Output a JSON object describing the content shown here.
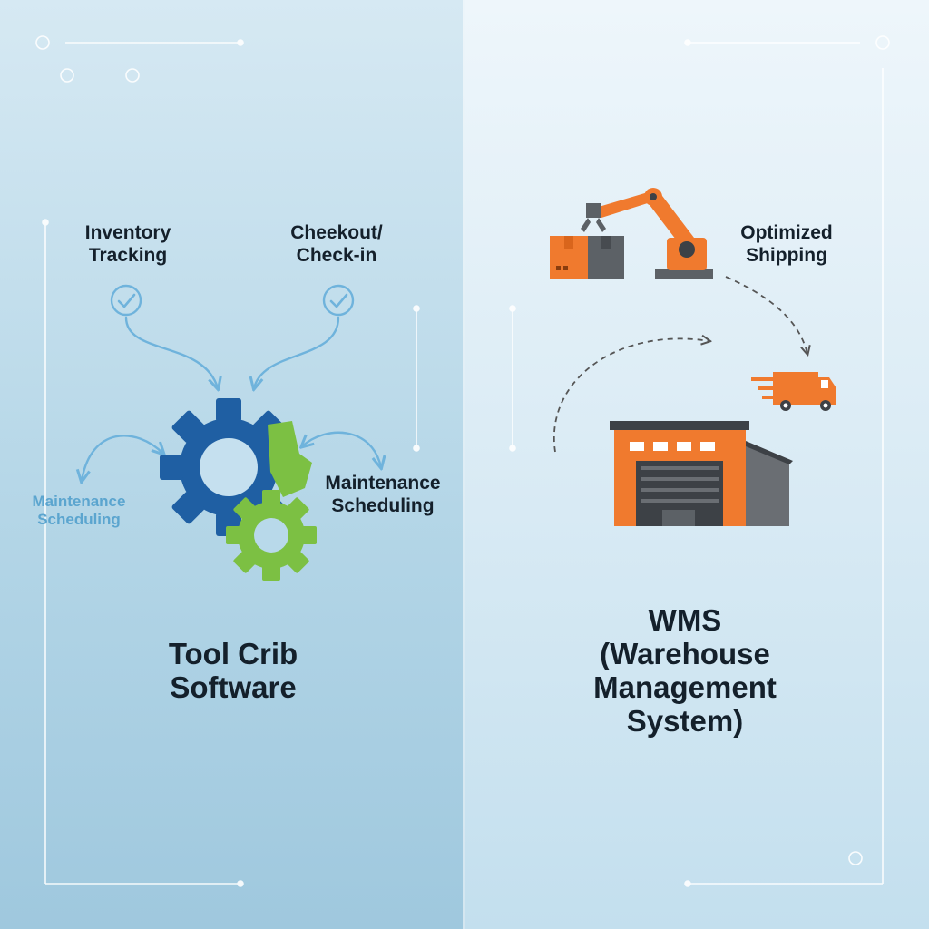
{
  "left_panel": {
    "feature_inventory": "Inventory\nTracking",
    "feature_checkout": "Cheekout/\nCheck-in",
    "feature_maintenance_faded": "Maintenance\nScheduling",
    "feature_maintenance": "Maintenance\nScheduling",
    "title": "Tool Crib\nSoftware"
  },
  "right_panel": {
    "feature_shipping": "Optimized\nShipping",
    "title": "WMS\n(Warehouse\nManagement\nSystem)"
  },
  "colors": {
    "gear_blue": "#1f5fa3",
    "gear_green": "#7cc043",
    "accent_orange": "#f07a2e",
    "dark_gray": "#555a5f",
    "arrow_blue": "#6fb3dc"
  },
  "icons": [
    "check-circle-icon",
    "gears-icon",
    "robotic-arm-icon",
    "box-icon",
    "delivery-truck-icon",
    "warehouse-icon"
  ]
}
